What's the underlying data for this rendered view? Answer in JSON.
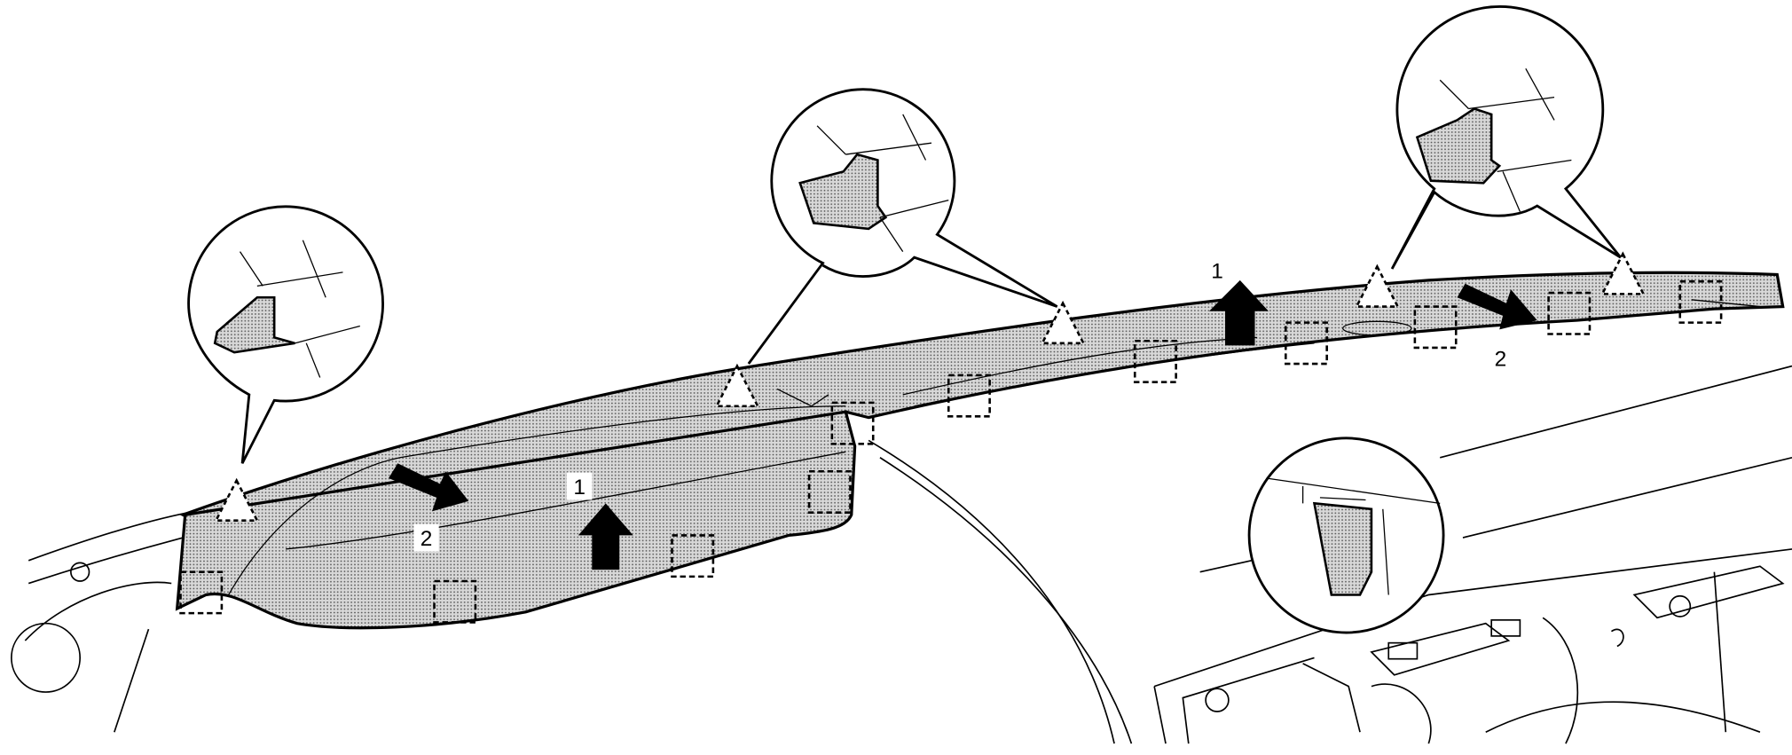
{
  "diagram": {
    "step_labels": [
      {
        "text": "1",
        "boxed": true
      },
      {
        "text": "2",
        "boxed": true
      },
      {
        "text": "1",
        "boxed": false
      },
      {
        "text": "2",
        "boxed": false
      }
    ],
    "colors": {
      "line": "#000000",
      "fill": "#c8c8c8",
      "background": "#ffffff"
    },
    "icons": [
      "clip-triangle-icon",
      "claw-square-icon",
      "up-arrow-icon",
      "down-right-arrow-icon",
      "detail-callout-icon"
    ]
  }
}
